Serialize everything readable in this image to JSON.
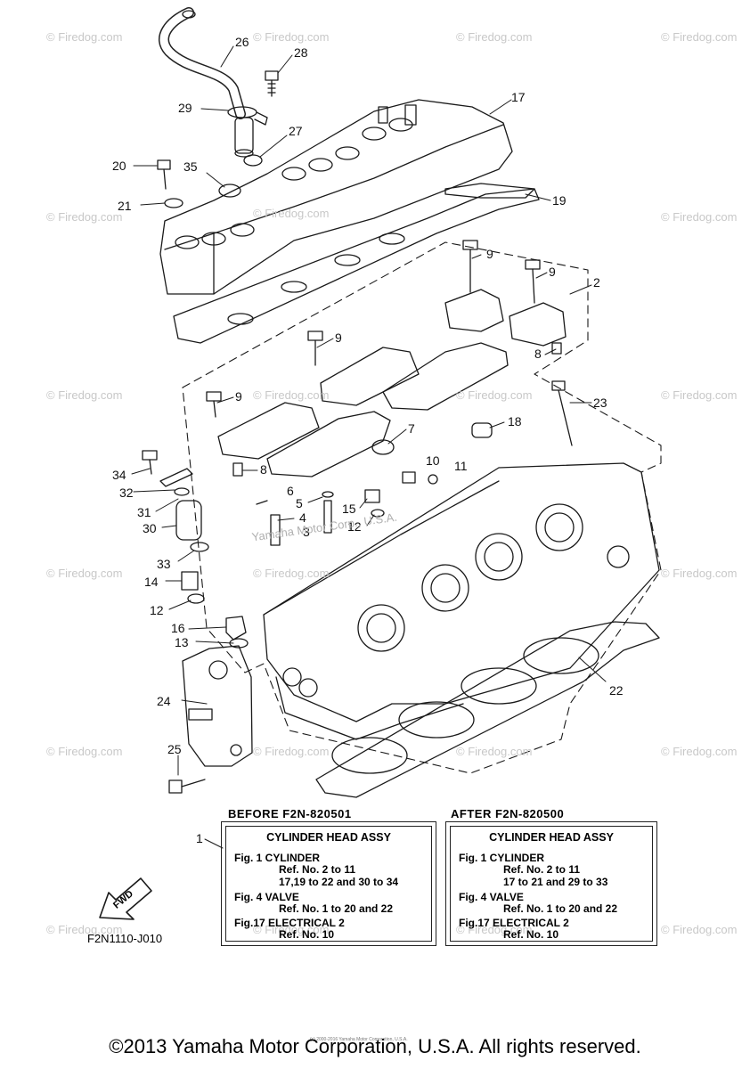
{
  "callouts": [
    "26",
    "28",
    "17",
    "29",
    "27",
    "20",
    "35",
    "19",
    "21",
    "9",
    "2",
    "9",
    "9",
    "8",
    "9",
    "23",
    "18",
    "7",
    "34",
    "8",
    "10",
    "11",
    "32",
    "6",
    "5",
    "15",
    "31",
    "4",
    "12",
    "30",
    "3",
    "33",
    "14",
    "12",
    "16",
    "13",
    "22",
    "24",
    "25",
    "1"
  ],
  "watermark": "© Firedog.com",
  "center_watermark": "Yamaha Motor Corp., U.S.A.",
  "before_header": "BEFORE F2N-820501",
  "after_header": "AFTER F2N-820500",
  "before_box": {
    "title": "CYLINDER HEAD ASSY",
    "lines": [
      "Fig.  1 CYLINDER",
      "Ref. No. 2 to 11",
      "17,19 to 22 and 30 to 34",
      "Fig.  4 VALVE",
      "Ref. No. 1 to 20 and 22",
      "Fig.17 ELECTRICAL 2",
      "Ref. No. 10"
    ]
  },
  "after_box": {
    "title": "CYLINDER HEAD ASSY",
    "lines": [
      "Fig.  1 CYLINDER",
      "Ref. No. 2 to 11",
      "17 to 21 and 29 to 33",
      "Fig.  4 VALVE",
      "Ref. No. 1 to 20 and 22",
      "Fig.17 ELECTRICAL 2",
      "Ref. No. 10"
    ]
  },
  "fwd_label": "FWD",
  "fig_code": "F2N1110-J010",
  "copyright": "©2013 Yamaha Motor Corporation, U.S.A. All rights reserved.",
  "small_copyright": "(c) 2000-2016 Yamaha Motor Corporation, U.S.A."
}
